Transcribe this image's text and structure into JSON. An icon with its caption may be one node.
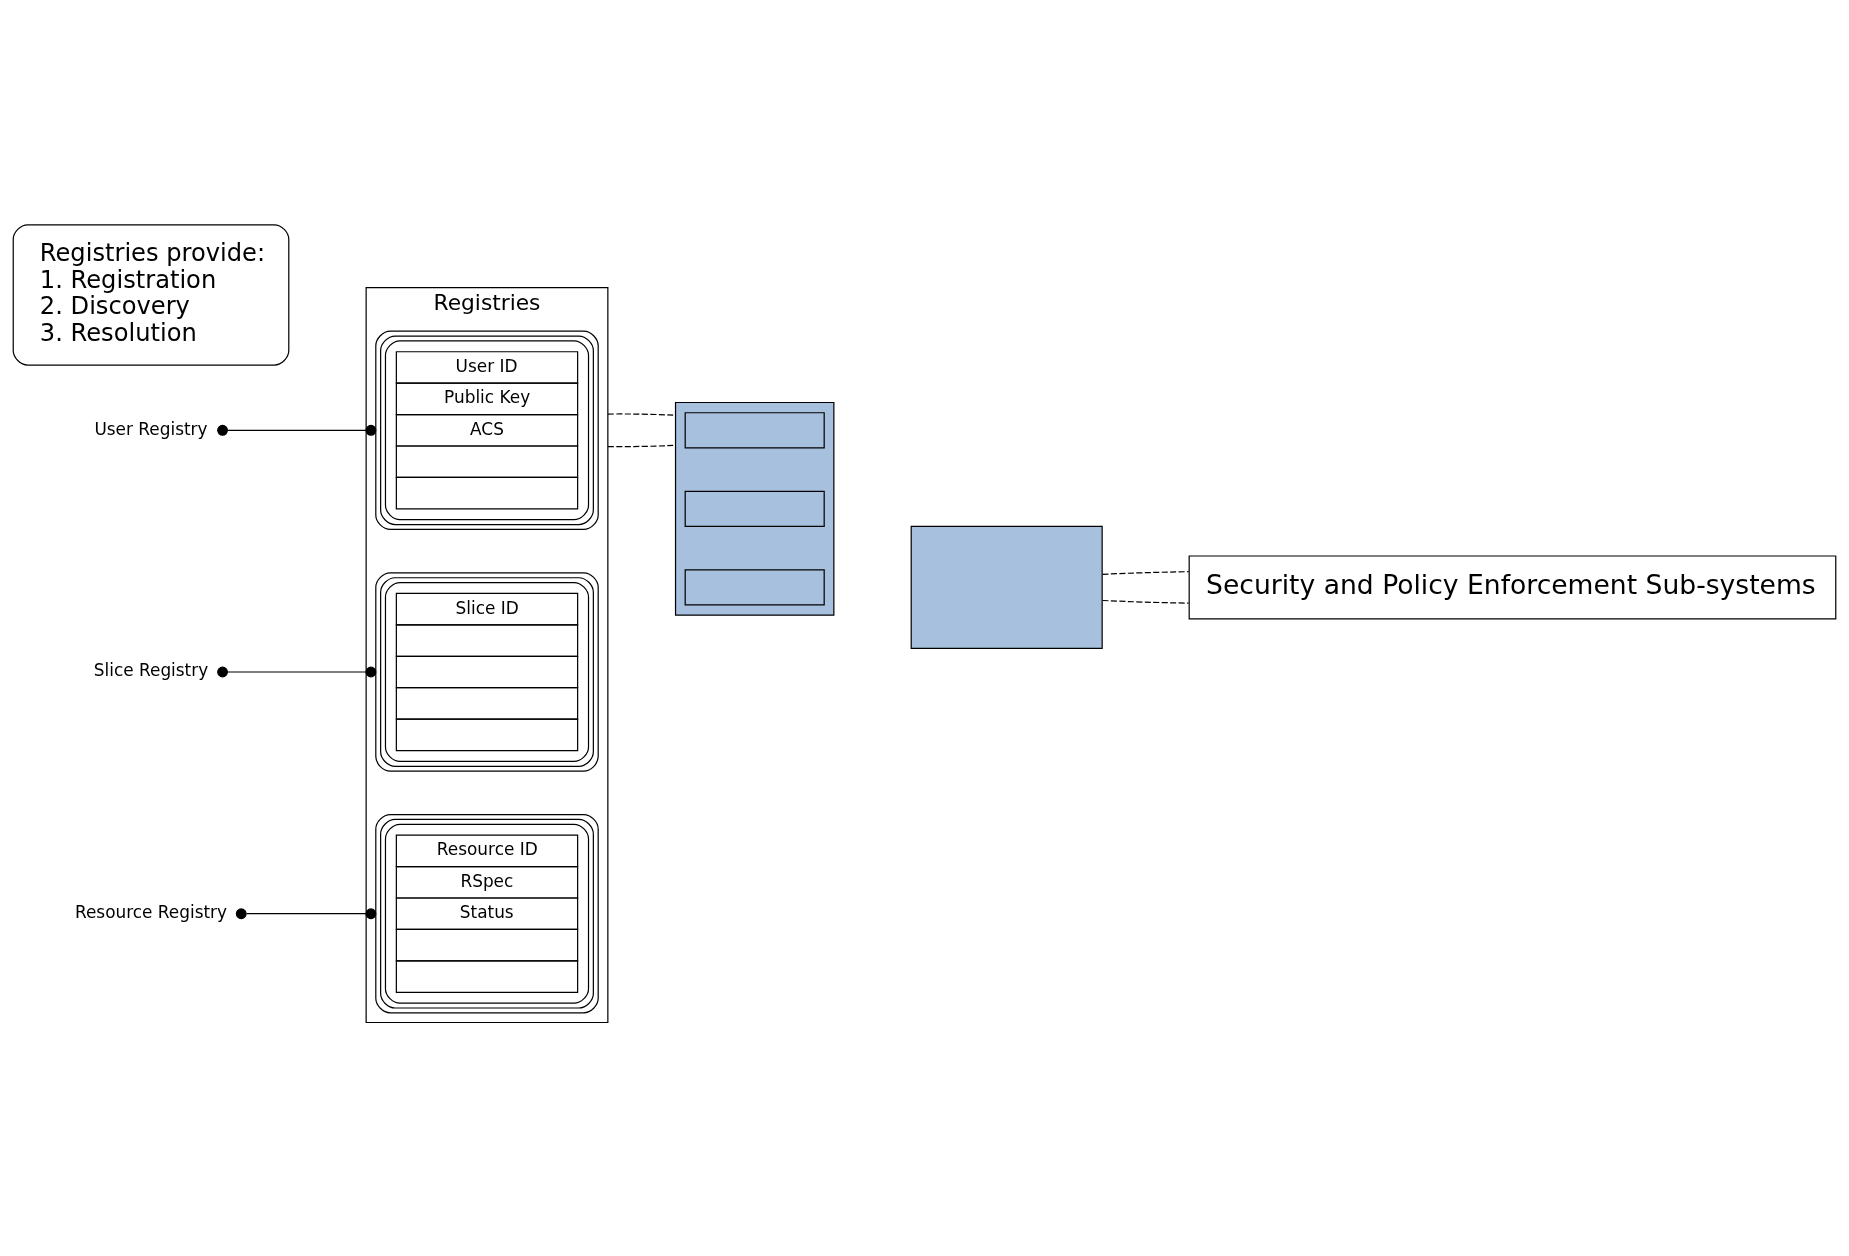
{
  "diagram": {
    "nodes": [
      {
        "text": [
          "Registries"
        ]
      },
      {
        "text": [
          "User ID",
          "Public Key",
          "ACS"
        ],
        "in": 0
      },
      {
        "text": [
          "Slice ID"
        ],
        "in": 0
      },
      {
        "text": [
          "Resource ID",
          "RSpec",
          "Status"
        ],
        "in": 0
      },
      {
        "text": [
          "User Registry"
        ]
      },
      {
        "text": [
          "Slice Registry"
        ]
      },
      {
        "text": [
          "Resource Registry"
        ]
      },
      {
        "text": [
          "Registries provide:",
          "1. Registration",
          "2. Discovery",
          "3. Resolution"
        ]
      },
      {
        "text": [],
        "shape": "box"
      },
      {
        "text": [],
        "shape": "box",
        "in": 8
      },
      {
        "text": [],
        "shape": "box",
        "in": 8
      },
      {
        "text": [],
        "shape": "box",
        "in": 8
      },
      {
        "text": [],
        "shape": "box"
      },
      {
        "text": [
          "Security and Policy Enforcement Sub-systems"
        ]
      }
    ],
    "edges": [
      {
        "from": 4,
        "to": 1,
        "arrow": "other"
      },
      {
        "from": 5,
        "to": 2,
        "arrow": "other"
      },
      {
        "from": 6,
        "to": 3,
        "arrow": "other"
      },
      {
        "from": 0,
        "to": 8,
        "arrow": "none",
        "style": "dashed"
      },
      {
        "from": 0,
        "to": 8,
        "arrow": "none",
        "style": "dashed"
      },
      {
        "from": 12,
        "to": 13,
        "arrow": "none",
        "style": "dashed"
      },
      {
        "from": 12,
        "to": 13,
        "arrow": "none",
        "style": "dashed"
      }
    ]
  }
}
